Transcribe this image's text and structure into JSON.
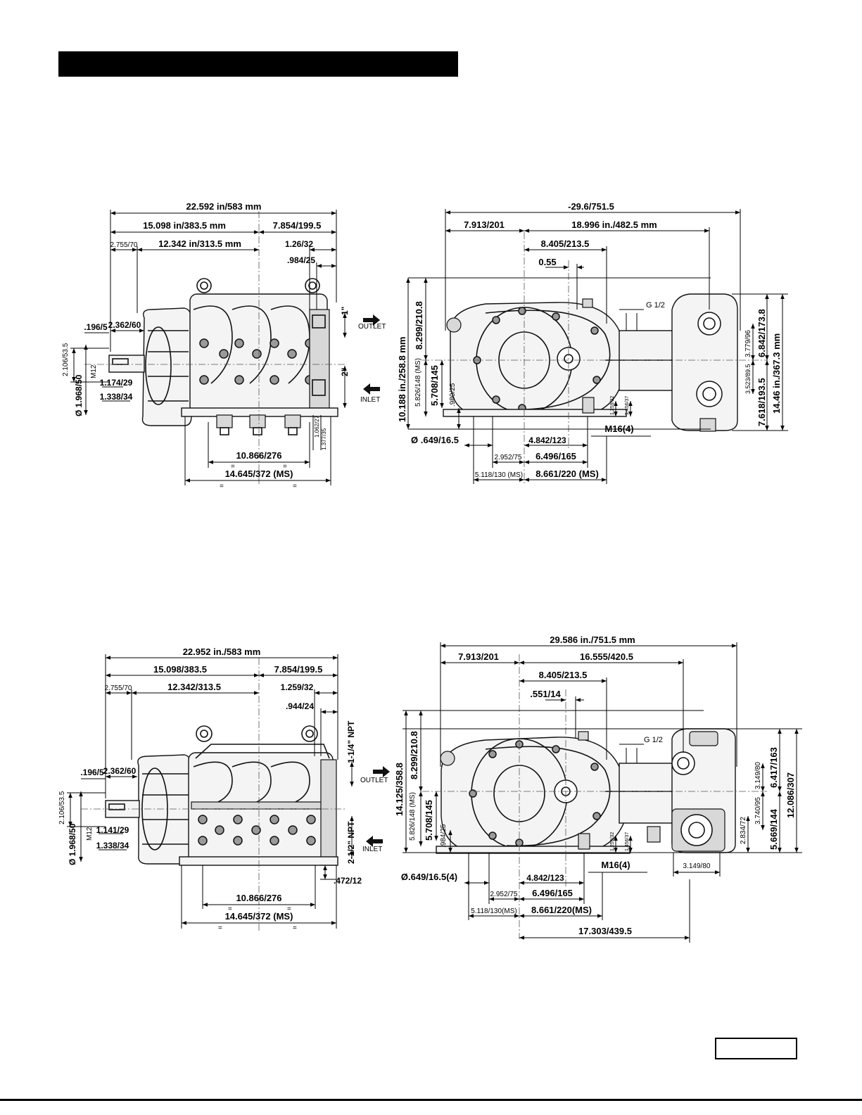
{
  "header": {
    "title": ""
  },
  "footer": {
    "page_number": ""
  },
  "diagram_top_left": {
    "dims": {
      "overall": "22.592 in/583 mm",
      "d15098": "15.098 in/383.5 mm",
      "d7854": "7.854/199.5",
      "d2755": "2.755/70",
      "d12342": "12.342 in/313.5 mm",
      "d126": "1.26/32",
      "d984": ".984/25",
      "d196": ".196/5",
      "d2362": "2.362/60",
      "d2106": "2.106/53.5",
      "m12": "M12",
      "d1174": "1.174/29",
      "d1338": "1.338/34",
      "d1968": "Ø 1.968/50",
      "one_inch": "1\"",
      "two_inch": "2\"",
      "outlet": "OUTLET",
      "inlet": "INLET",
      "d1062": "1.062/27",
      "d1377": "1.377/35",
      "d10866": "10.866/276",
      "d14645": "14.645/372 (MS)",
      "eq": "="
    }
  },
  "diagram_top_right": {
    "dims": {
      "overall": "-29.6/751.5",
      "d7913": "7.913/201",
      "d18996": "18.996 in./482.5 mm",
      "d8405": "8.405/213.5",
      "d055": "0.55",
      "g12": "G 1/2",
      "d10188": "10.188 in./258.8 mm",
      "d8299": "8.299/210.8",
      "d5826": "5.826/148 (MS)",
      "d5708": "5.708/145",
      "d980": ".980/25",
      "d6842": "6.842/173.8",
      "d3779": "3.779/96",
      "d3523": "3.523/89.5",
      "d7618": "7.618/193.5",
      "d1446": "14.46 in./367.3 mm",
      "d1259": "1.259/32",
      "d0866": "1.456/37",
      "d649": "Ø .649/16.5",
      "d4842": "4.842/123",
      "m16": "M16(4)",
      "d2952": "2.952/75",
      "d6496": "6.496/165",
      "d5118": "5.118/130 (MS)",
      "d8661": "8.661/220 (MS)"
    }
  },
  "diagram_bottom_left": {
    "dims": {
      "overall": "22.952 in./583 mm",
      "d15098": "15.098/383.5",
      "d7854": "7.854/199.5",
      "d2755": "2.755/70",
      "d12342": "12.342/313.5",
      "d1259": "1.259/32",
      "d944": ".944/24",
      "npt_outlet": "1-1/4\" NPT",
      "npt_inlet": "2-1/2\" NPT",
      "outlet": "OUTLET",
      "inlet": "INLET",
      "d196": ".196/5",
      "d2362": "2.362/60",
      "d2106": "2.106/53.5",
      "m12": "M12",
      "d1141": "1.141/29",
      "d1338": "1.338/34",
      "d1968": "Ø 1.968/50",
      "d472": ".472/12",
      "d10866": "10.866/276",
      "d14645": "14.645/372 (MS)",
      "eq": "="
    }
  },
  "diagram_bottom_right": {
    "dims": {
      "overall": "29.586 in./751.5 mm",
      "d7913": "7.913/201",
      "d16555": "16.555/420.5",
      "d8405": "8.405/213.5",
      "d551": ".551/14",
      "g12": "G 1/2",
      "d14125": "14.125/358.8",
      "d8299": "8.299/210.8",
      "d5826": "5.826/148 (MS)",
      "d5708": "5.708/145",
      "d984": ".984/25",
      "d3149v": "3.149/80",
      "d6417": "6.417/163",
      "d12086": "12.086/307",
      "d3740": "3.740/95",
      "d2834": "2.834/72",
      "d5669": "5.669/144",
      "d1259": "1.259/32",
      "d1456": "1.456/37",
      "d649": "Ø.649/16.5(4)",
      "m16": "M16(4)",
      "d3149h": "3.149/80",
      "d4842": "4.842/123",
      "d2952": "2.952/75",
      "d6496": "6.496/165",
      "d5118": "5.118/130(MS)",
      "d8661": "8.661/220(MS)",
      "d17303": "17.303/439.5"
    }
  }
}
